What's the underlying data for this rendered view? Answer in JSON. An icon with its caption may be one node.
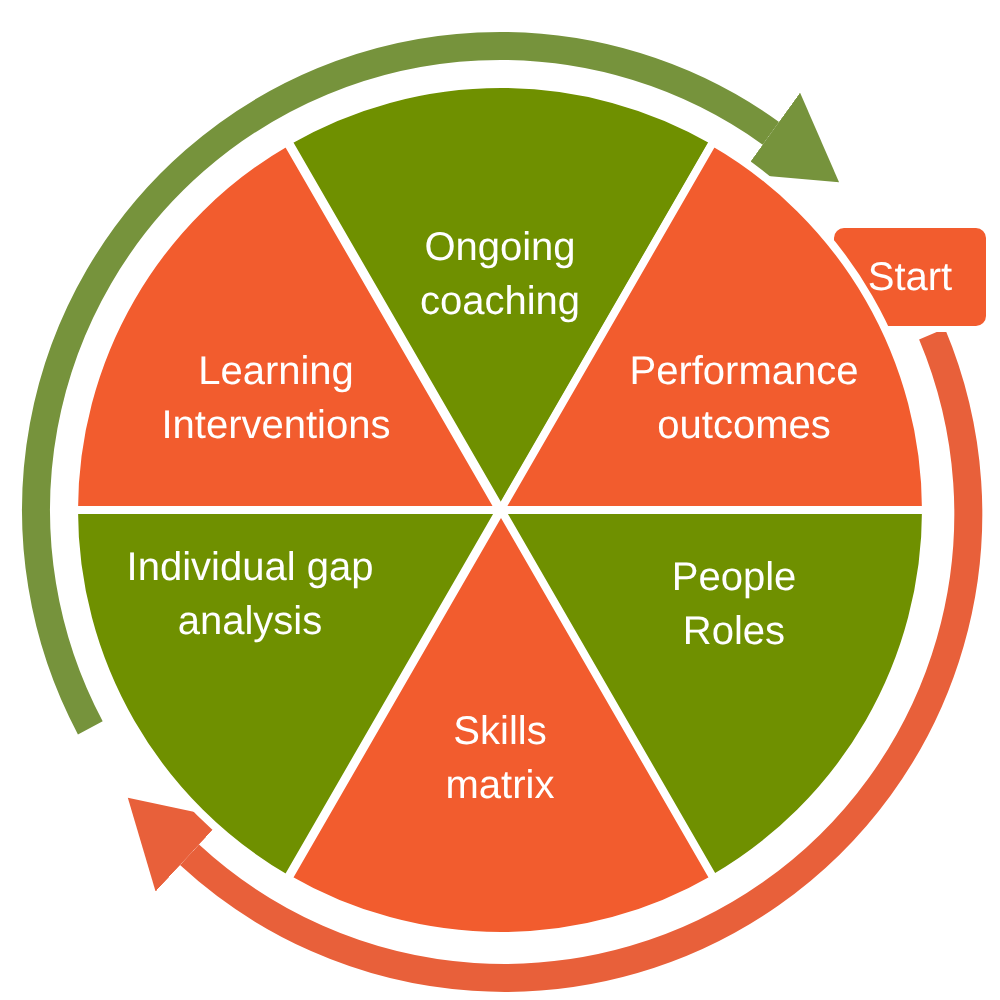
{
  "diagram": {
    "nodes": [
      {
        "text": [
          "Ongoing coaching"
        ]
      },
      {
        "text": [
          "Start"
        ]
      },
      {
        "text": [
          "Learning Interventions"
        ]
      },
      {
        "text": [
          "Performance outcomes"
        ]
      },
      {
        "text": [
          "Individual gap analysis"
        ]
      },
      {
        "text": [
          "People Roles"
        ]
      },
      {
        "text": [
          "Skills matrix"
        ]
      }
    ],
    "edges": [
      {
        "from": null,
        "to": 1,
        "arrow": "to",
        "color": "#76933c"
      },
      {
        "from": 1,
        "to": 4,
        "arrow": "to",
        "color": "#e8603a"
      }
    ]
  }
}
